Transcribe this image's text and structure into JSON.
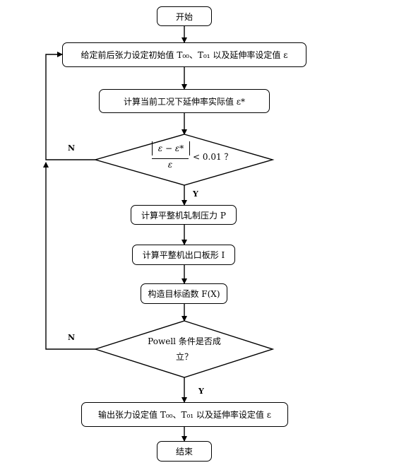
{
  "flowchart": {
    "start": "开始",
    "step_init": "给定前后张力设定初始值 T₀₀、T₀₁ 以及延伸率设定值 ε",
    "step_calc_actual": "计算当前工况下延伸率实际值 ε*",
    "decision1": {
      "numerator": "ε − ε*",
      "denominator": "ε",
      "comparison": "< 0.01 ？",
      "yes_label": "Y",
      "no_label": "N"
    },
    "step_force": "计算平整机轧制压力 P",
    "step_shape": "计算平整机出口板形 I",
    "step_objective": "构造目标函数 F(X)",
    "decision2": {
      "line1": "Powell 条件是否成",
      "line2": "立？",
      "yes_label": "Y",
      "no_label": "N"
    },
    "step_output": "输出张力设定值 T₀₀、T₀₁ 以及延伸率设定值 ε",
    "end": "结束"
  },
  "colors": {
    "line": "#000000",
    "fill": "#ffffff"
  }
}
